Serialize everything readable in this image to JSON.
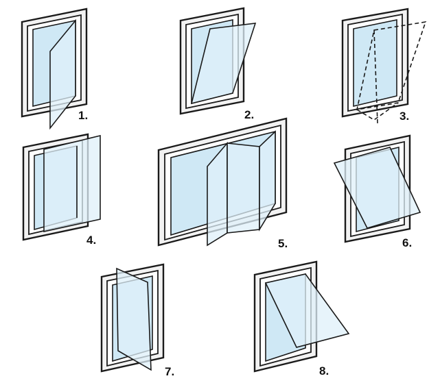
{
  "colors": {
    "frame_outer": "#f2f2f2",
    "frame_inner": "#eeeeee",
    "glass": "#cfe8f5",
    "glass_light": "#e4f2fa",
    "stroke": "#1a1a1a"
  },
  "windows": [
    {
      "label": "1.",
      "opening": "side-hinged-outward"
    },
    {
      "label": "2.",
      "opening": "top-hinged-slanted"
    },
    {
      "label": "3.",
      "opening": "tilt-dashed"
    },
    {
      "label": "4.",
      "opening": "sliding"
    },
    {
      "label": "5.",
      "opening": "folding"
    },
    {
      "label": "6.",
      "opening": "pivot-angled"
    },
    {
      "label": "7.",
      "opening": "vertical-pivot"
    },
    {
      "label": "8.",
      "opening": "projecting"
    }
  ]
}
